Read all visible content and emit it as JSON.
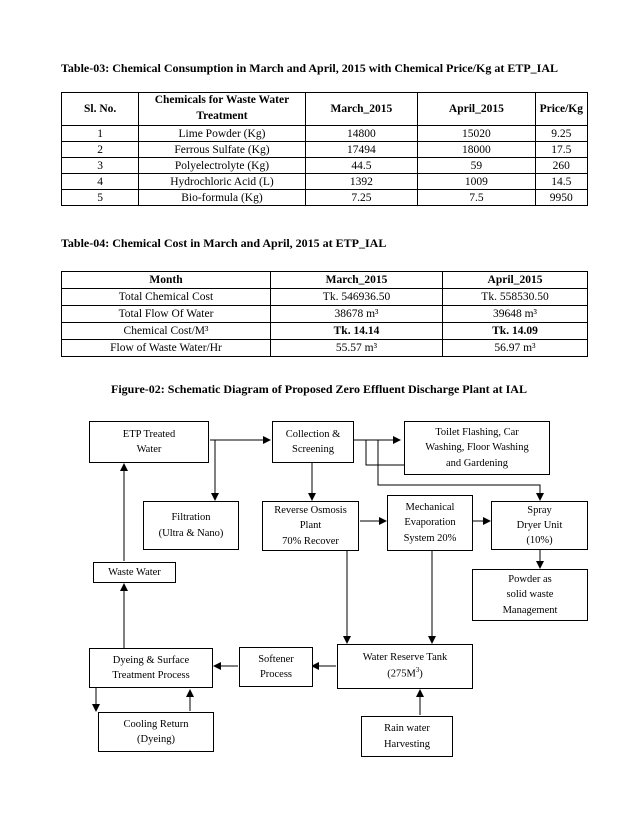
{
  "table03": {
    "caption": "Table-03: Chemical Consumption in March and April, 2015 with Chemical Price/Kg at ETP_IAL",
    "headers": [
      "Sl. No.",
      "Chemicals for Waste Water Treatment",
      "March_2015",
      "April_2015",
      "Price/Kg"
    ],
    "rows": [
      [
        "1",
        "Lime Powder (Kg)",
        "14800",
        "15020",
        "9.25"
      ],
      [
        "2",
        "Ferrous Sulfate (Kg)",
        "17494",
        "18000",
        "17.5"
      ],
      [
        "3",
        "Polyelectrolyte (Kg)",
        "44.5",
        "59",
        "260"
      ],
      [
        "4",
        "Hydrochloric Acid (L)",
        "1392",
        "1009",
        "14.5"
      ],
      [
        "5",
        "Bio-formula (Kg)",
        "7.25",
        "7.5",
        "9950"
      ]
    ]
  },
  "table04": {
    "caption": "Table-04: Chemical Cost in March and April, 2015 at ETP_IAL",
    "headers": [
      "Month",
      "March_2015",
      "April_2015"
    ],
    "rows": [
      [
        "Total Chemical Cost",
        "Tk. 546936.50",
        "Tk. 558530.50"
      ],
      [
        "Total Flow Of Water",
        "38678 m³",
        "39648 m³"
      ],
      [
        "Chemical Cost/M³",
        "Tk. 14.14",
        "Tk. 14.09"
      ],
      [
        "Flow of Waste Water/Hr",
        "55.57 m³",
        "56.97 m³"
      ]
    ]
  },
  "figure02": {
    "caption": "Figure-02: Schematic Diagram of Proposed Zero Effluent Discharge Plant at IAL",
    "boxes": {
      "etp": "ETP Treated\nWater",
      "collection": "Collection &\nScreening",
      "toilet": "Toilet Flashing, Car\nWashing, Floor Washing\nand Gardening",
      "filtration": "Filtration\n(Ultra & Nano)",
      "ro": "Reverse Osmosis\nPlant\n70% Recover",
      "mech": "Mechanical\nEvaporation\nSystem 20%",
      "spray": "Spray\nDryer Unit\n(10%)",
      "powder": "Powder as\nsolid waste\nManagement",
      "waste": "Waste Water",
      "dyeing": "Dyeing & Surface\nTreatment Process",
      "softener": "Softener\nProcess",
      "reserve_line1": "Water Reserve Tank",
      "reserve_line2": "(275M",
      "reserve_sup": "3",
      "reserve_line2_end": ")",
      "cooling": "Cooling Return\n(Dyeing)",
      "rain": "Rain water\nHarvesting"
    }
  }
}
